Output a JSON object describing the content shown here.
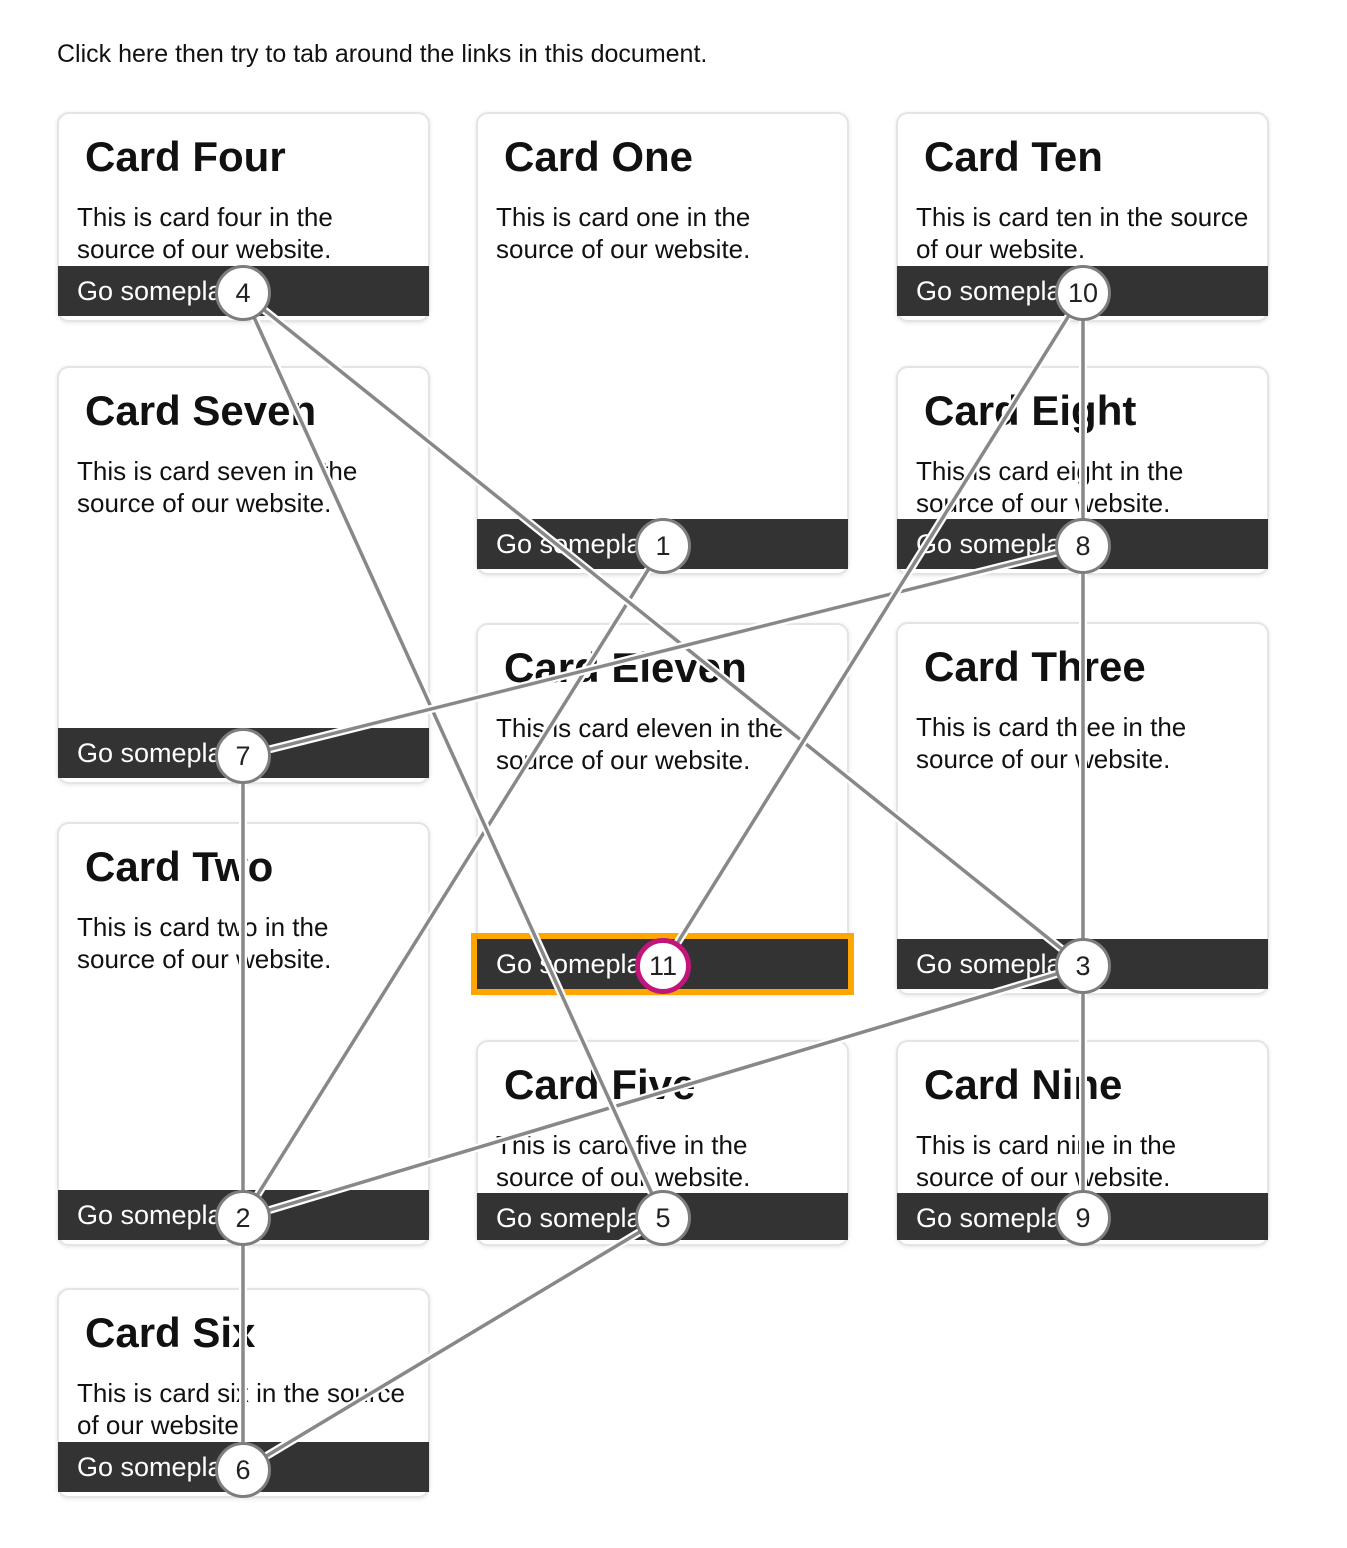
{
  "page": {
    "instruction": "Click here then try to tab around the links in this document."
  },
  "colors": {
    "button_bg": "#333333",
    "button_text": "#ffffff",
    "card_border": "#e4e4e4",
    "focus_outline": "#ffa500",
    "badge_border": "#7d7d7d",
    "badge_focus_border": "#c2157b",
    "line": "#888888"
  },
  "columns": [
    {
      "cards": [
        {
          "title": "Card Four",
          "body": "This is card four in the source of our website.",
          "link_label": "Go someplace",
          "tab_order": 4
        },
        {
          "title": "Card Seven",
          "body": "This is card seven in the source of our website.",
          "link_label": "Go someplace",
          "tab_order": 7
        },
        {
          "title": "Card Two",
          "body": "This is card two in the source of our website.",
          "link_label": "Go someplace",
          "tab_order": 2
        },
        {
          "title": "Card Six",
          "body": "This is card six in the source of our website.",
          "link_label": "Go someplace",
          "tab_order": 6
        }
      ]
    },
    {
      "cards": [
        {
          "title": "Card One",
          "body": "This is card one in the source of our website.",
          "link_label": "Go someplace",
          "tab_order": 1
        },
        {
          "title": "Card Eleven",
          "body": "This is card eleven in the source of our website.",
          "link_label": "Go someplace",
          "tab_order": 11,
          "focused": true
        },
        {
          "title": "Card Five",
          "body": "This is card five in the source of our website.",
          "link_label": "Go someplace",
          "tab_order": 5
        }
      ]
    },
    {
      "cards": [
        {
          "title": "Card Ten",
          "body": "This is card ten in the source of our website.",
          "link_label": "Go someplace",
          "tab_order": 10
        },
        {
          "title": "Card Eight",
          "body": "This is card eight in the source of our website.",
          "link_label": "Go someplace",
          "tab_order": 8
        },
        {
          "title": "Card Three",
          "body": "This is card three in the source of our website.",
          "link_label": "Go someplace",
          "tab_order": 3
        },
        {
          "title": "Card Nine",
          "body": "This is card nine in the source of our website.",
          "link_label": "Go someplace",
          "tab_order": 9
        }
      ]
    }
  ],
  "tab_badges": [
    "1",
    "2",
    "3",
    "4",
    "5",
    "6",
    "7",
    "8",
    "9",
    "10",
    "11"
  ]
}
